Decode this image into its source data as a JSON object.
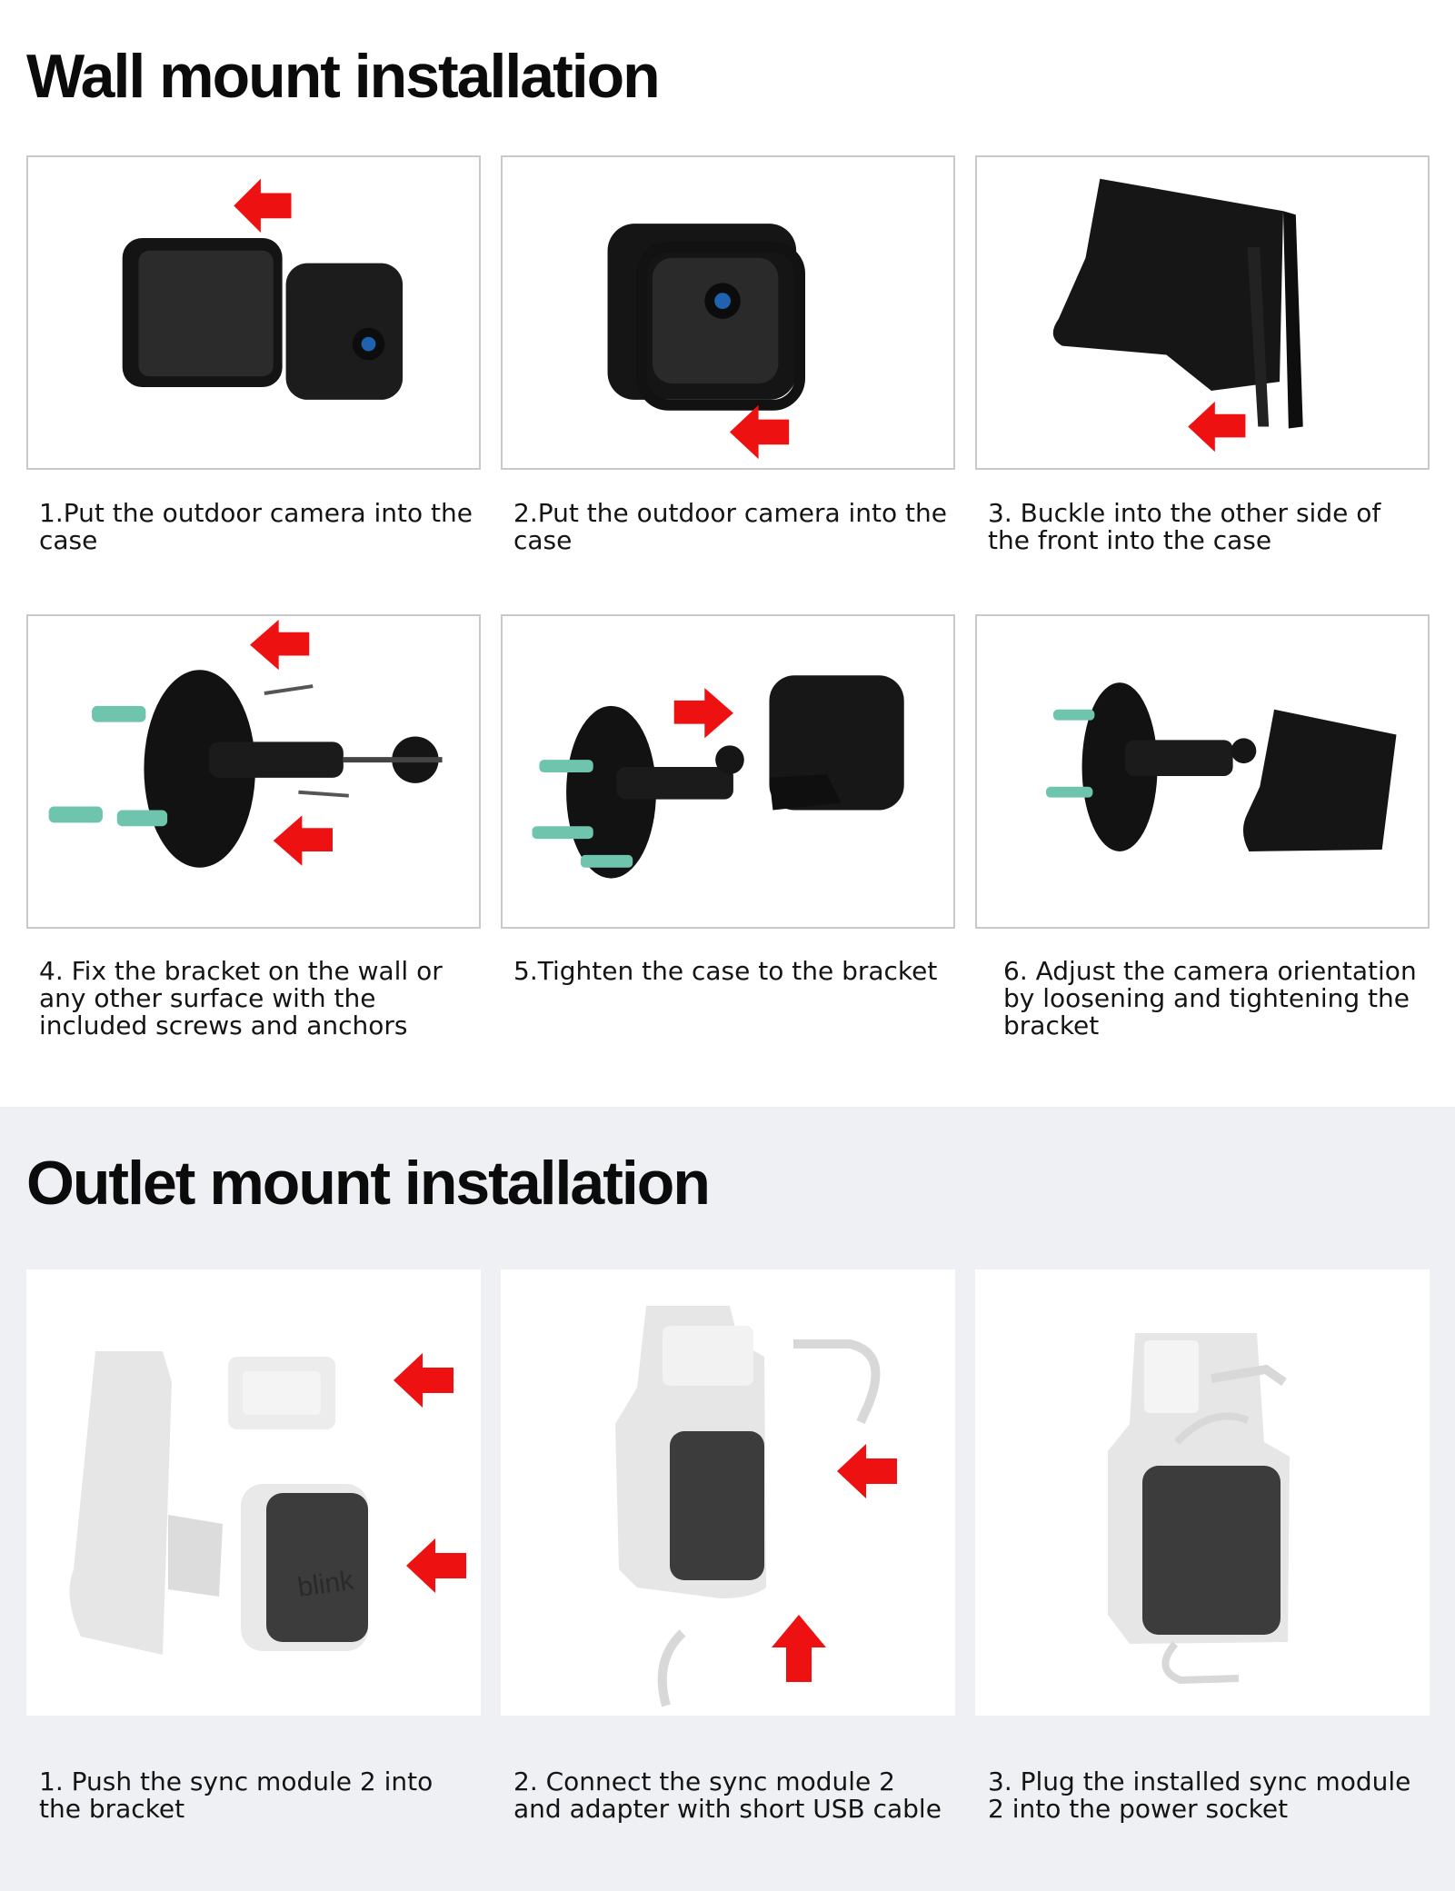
{
  "wall_mount": {
    "title": "Wall mount installation",
    "steps": [
      {
        "caption": "1.Put the outdoor camera into the case"
      },
      {
        "caption": "2.Put the outdoor camera into the case"
      },
      {
        "caption": "3. Buckle into the other side of the front into the case"
      },
      {
        "caption": "4. Fix the bracket on the wall or any other surface with the included screws and anchors"
      },
      {
        "caption": "5.Tighten the case to the bracket"
      },
      {
        "caption": "6. Adjust the camera orientation by loosening and tightening the bracket"
      }
    ]
  },
  "outlet_mount": {
    "title": "Outlet mount installation",
    "steps": [
      {
        "caption": "1. Push the sync module 2 into the bracket"
      },
      {
        "caption": "2. Connect the sync module 2 and adapter with short USB cable"
      },
      {
        "caption": "3. Plug the installed sync module 2 into the power socket"
      }
    ]
  },
  "brand_mark": "blink",
  "colors": {
    "arrow": "#ee1111",
    "case_black": "#1a1a1a",
    "anchor_green": "#6fc4ad",
    "module_gray": "#3c3c3c",
    "bracket_white": "#e6e6e6",
    "outlet_background": "#eef0f3",
    "panel_border": "#c9c9c9"
  },
  "icons": [
    "arrow-left-icon",
    "arrow-right-icon",
    "arrow-up-icon"
  ]
}
